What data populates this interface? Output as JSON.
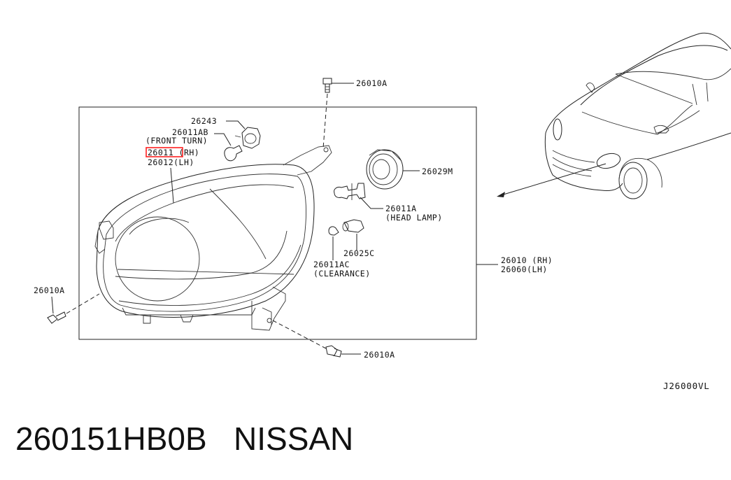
{
  "diagram": {
    "labels": {
      "bolt_top": "26010A",
      "socket_turn": "26243",
      "bulb_turn": "26011AB",
      "bulb_turn_desc": "(FRONT TURN)",
      "assy_rh": "26011 (RH)",
      "assy_lh": "26012(LH)",
      "cap": "26029M",
      "bulb_head": "26011A",
      "bulb_head_desc": "(HEAD LAMP)",
      "socket_clear": "26025C",
      "bulb_clear": "26011AC",
      "bulb_clear_desc": "(CLEARANCE)",
      "lamp_rh": "26010 (RH)",
      "lamp_lh": "26060(LH)",
      "bolt_left": "26010A",
      "bolt_bottom": "26010A"
    },
    "highlight_color": "#ff2020",
    "reference_code": "J26000VL"
  },
  "footer": {
    "part_number": "260151HB0B",
    "brand": "NISSAN"
  }
}
